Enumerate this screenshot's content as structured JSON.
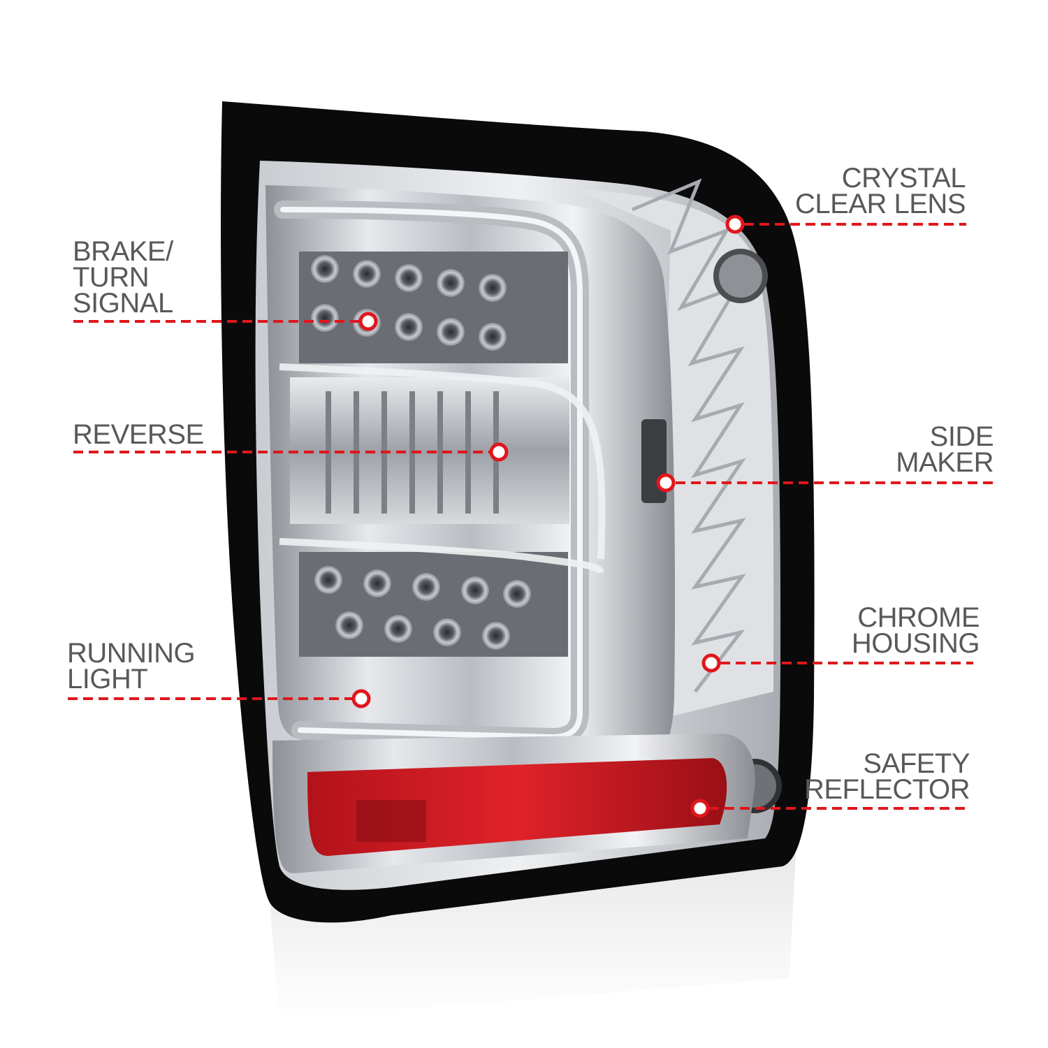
{
  "colors": {
    "leader": "#e0161c",
    "label": "#58595b",
    "marker_ring": "#e0161c"
  },
  "callouts": {
    "brake_turn": {
      "lines": [
        "BRAKE/",
        "TURN",
        "SIGNAL"
      ]
    },
    "reverse": {
      "lines": [
        "REVERSE"
      ]
    },
    "running_light": {
      "lines": [
        "RUNNING",
        "LIGHT"
      ]
    },
    "crystal_lens": {
      "lines": [
        "CRYSTAL",
        "CLEAR LENS"
      ]
    },
    "side_maker": {
      "lines": [
        "SIDE",
        "MAKER"
      ]
    },
    "chrome_housing": {
      "lines": [
        "CHROME",
        "HOUSING"
      ]
    },
    "safety_reflector": {
      "lines": [
        "SAFETY",
        "REFLECTOR"
      ]
    }
  }
}
